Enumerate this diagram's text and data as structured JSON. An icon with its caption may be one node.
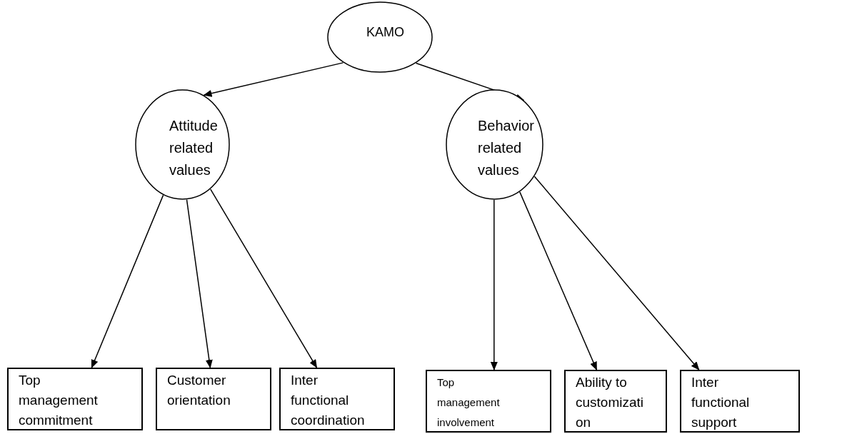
{
  "diagram": {
    "nodes": [
      {
        "text": [
          "KAMO"
        ]
      },
      {
        "text": [
          "Attitude related values"
        ]
      },
      {
        "text": [
          "Behavior related values"
        ]
      },
      {
        "text": [
          "Top management commitment"
        ]
      },
      {
        "text": [
          "Customer orientation"
        ]
      },
      {
        "text": [
          "Inter functional coordination"
        ]
      },
      {
        "text": [
          "Top management involvement"
        ]
      },
      {
        "text": [
          "Ability to customization"
        ]
      },
      {
        "text": [
          "Inter functional support"
        ]
      }
    ],
    "edges": [
      {
        "from": 0,
        "to": 1,
        "arrow": "to"
      },
      {
        "from": 0,
        "to": 2,
        "arrow": "to"
      },
      {
        "from": 1,
        "to": 3,
        "arrow": "to"
      },
      {
        "from": 1,
        "to": 4,
        "arrow": "to"
      },
      {
        "from": 1,
        "to": 5,
        "arrow": "to"
      },
      {
        "from": 2,
        "to": 6,
        "arrow": "to"
      },
      {
        "from": 2,
        "to": 7,
        "arrow": "to"
      },
      {
        "from": 2,
        "to": 8,
        "arrow": "to"
      }
    ]
  }
}
